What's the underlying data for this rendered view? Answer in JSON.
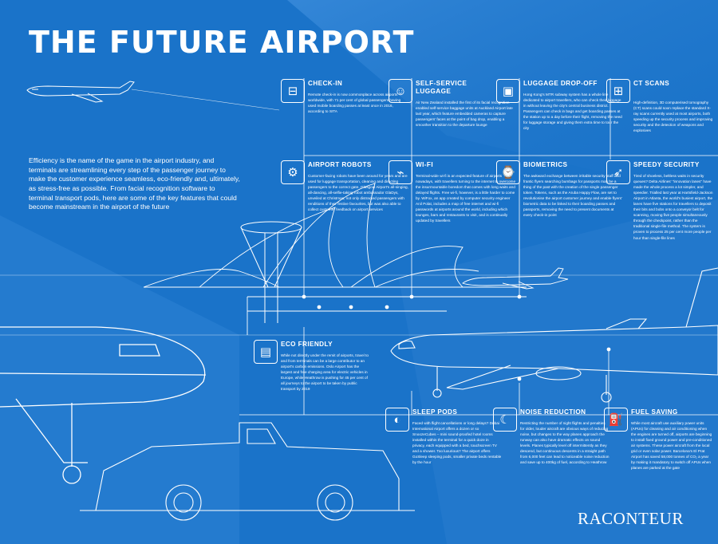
{
  "page": {
    "title": "THE FUTURE AIRPORT",
    "intro": "Efficiency is the name of the game in the airport industry, and terminals are streamlining every step of the passenger journey to make the customer experience seamless, eco-friendly and, ultimately, as stress-free as possible. From facial recognition software to terminal transport pods, here are some of the key features that could become mainstream in the airport of the future",
    "brand": "RACONTEUR"
  },
  "colors": {
    "background": "#1a73c9",
    "foreground": "#ffffff",
    "light_band": "#3f8fe0"
  },
  "sections": {
    "check_in": {
      "title": "CHECK-IN",
      "icon": "gate-sign-icon",
      "body": "Remote check-in is now commonplace across airports worldwide, with 71 per cent of global passengers having used mobile boarding passes at least once in 2016, according to SITA"
    },
    "self_service_luggage": {
      "title": "SELF-SERVICE LUGGAGE",
      "icon": "person-icon",
      "body": "Air New Zealand installed the first of its facial recognition-enabled self-service baggage units at Auckland Airport late last year, which feature embedded cameras to capture passengers' faces at the point of bag drop, enabling a smoother transition to the departure lounge"
    },
    "luggage_drop_off": {
      "title": "LUGGAGE DROP-OFF",
      "icon": "suitcase-icon",
      "body": "Hong Kong's MTR subway system has a whole line dedicated to airport travellers, who can check their luggage in without leaving the city's central business district. Passengers can check in bags and get boarding passes at the station up to a day before their flight, removing the need for luggage storage and giving them extra time to tour the city"
    },
    "ct_scans": {
      "title": "CT SCANS",
      "icon": "scanner-icon",
      "body": "High-definition, 3D computerised tomography (CT) scans could soon replace the standard X-ray scans currently used at most airports, both speeding up the security process and improving security and the detection of weapons and explosives"
    },
    "airport_robots": {
      "title": "AIRPORT ROBOTS",
      "icon": "robot-icon",
      "body": "Customer-facing robots have been around for years and are used for luggage transportation, cleaning and directing passengers to the correct gate. Glasgow Airport's all-singing, all-dancing, all-selfie-taking robot ambassador GlaDys, unveiled at Christmas, not only distracted passengers with renditions of their festive favourites, but was also able to collect customer feedback on airport services"
    },
    "wi_fi": {
      "title": "WI-FI",
      "icon": "wifi-tower-icon",
      "body": "Terminal-wide wi-fi is an expected feature of airports nowadays, with travellers turning to the internet to overcome the insurmountable boredom that comes with long waits and delayed flights. Free wi-fi, however, is a little harder to come by. WiFox, an app created by computer security engineer Anil Polat, includes a map of free internet and wi-fi passwords at airports around the world, including which lounges, bars and restaurants to visit, and is continually updated by travellers"
    },
    "biometrics": {
      "title": "BIOMETRICS",
      "icon": "smartwatch-icon",
      "body": "The awkward exchange between irritable security staff and frantic flyers searching bumbags for passports may be a thing of the past with the creation of the single passenger token. Tokens, such as the Aruba Happy Flow, are set to revolutionise the airport customer journey and enable flyers' biometric data to be linked to their boarding passes and passports, removing the need to present documents at every check-in point"
    },
    "speedy_security": {
      "title": "SPEEDY SECURITY",
      "icon": "running-shoe-icon",
      "body": "Tired of shoeless, beltless waits in security queues? Delta Airlines' \"innovation lanes\" have made the whole process a lot simpler, and speedier. Trialled last year at Hartsfield-Jackson Airport in Atlanta, the world's busiest airport, the lanes have five stations for travellers to deposit their bits and bobs onto a conveyor belt for scanning, moving five people simultaneously through the checkpoint, rather than the traditional single-file method. The system is proven to process 25 per cent more people per hour than single-file lines"
    },
    "eco_friendly": {
      "title": "ECO FRIENDLY",
      "icon": "train-icon",
      "body": "While not directly under the remit of airports, travel to and from terminals can be a large contributor to an airport's carbon emissions. Oslo Airport has the largest and free charging area for electric vehicles in Europe, while Heathrow is pushing for 45 per cent of all journeys to the airport to be taken by public transport by 2019"
    },
    "sleep_pods": {
      "title": "SLEEP PODS",
      "icon": "sleep-pod-icon",
      "body": "Faced with flight cancellations or long delays? Dubai International Airport offers a dozen or so SnoozeCubes – mini sound-proofed hotel rooms installed within the terminal for a quick doze in privacy, each equipped with a bed, touchscreen TV and a shower. Too luxurious? The airport offers GoSleep sleeping pods, smaller private beds rentable by the hour"
    },
    "noise_reduction": {
      "title": "NOISE REDUCTION",
      "icon": "moon-plane-icon",
      "body": "Restricting the number of night flights and penalties for older, louder aircraft are obvious ways of reducing noise, but changes to the way planes approach the runway can also have dramatic effects on sound levels. Planes typically level off intermittently as they descend, but continuous descents in a straight path from 6,000 feet can lead to noticeable noise reduction and save up to 400kg of fuel, according to Heathrow"
    },
    "fuel_saving": {
      "title": "FUEL SAVING",
      "icon": "fuel-can-icon",
      "body": "While most aircraft use auxiliary power units (APUs) for cleaning and air conditioning when the engines are turned off, airports are beginning to install fixed ground power and pre-conditioned air systems. These power aircraft from the local grid or even solar power. Barcelona's El Prat Airport has saved 58,000 tonnes of CO₂ a year by making it mandatory to switch off APUs when planes are parked at the gate"
    }
  }
}
